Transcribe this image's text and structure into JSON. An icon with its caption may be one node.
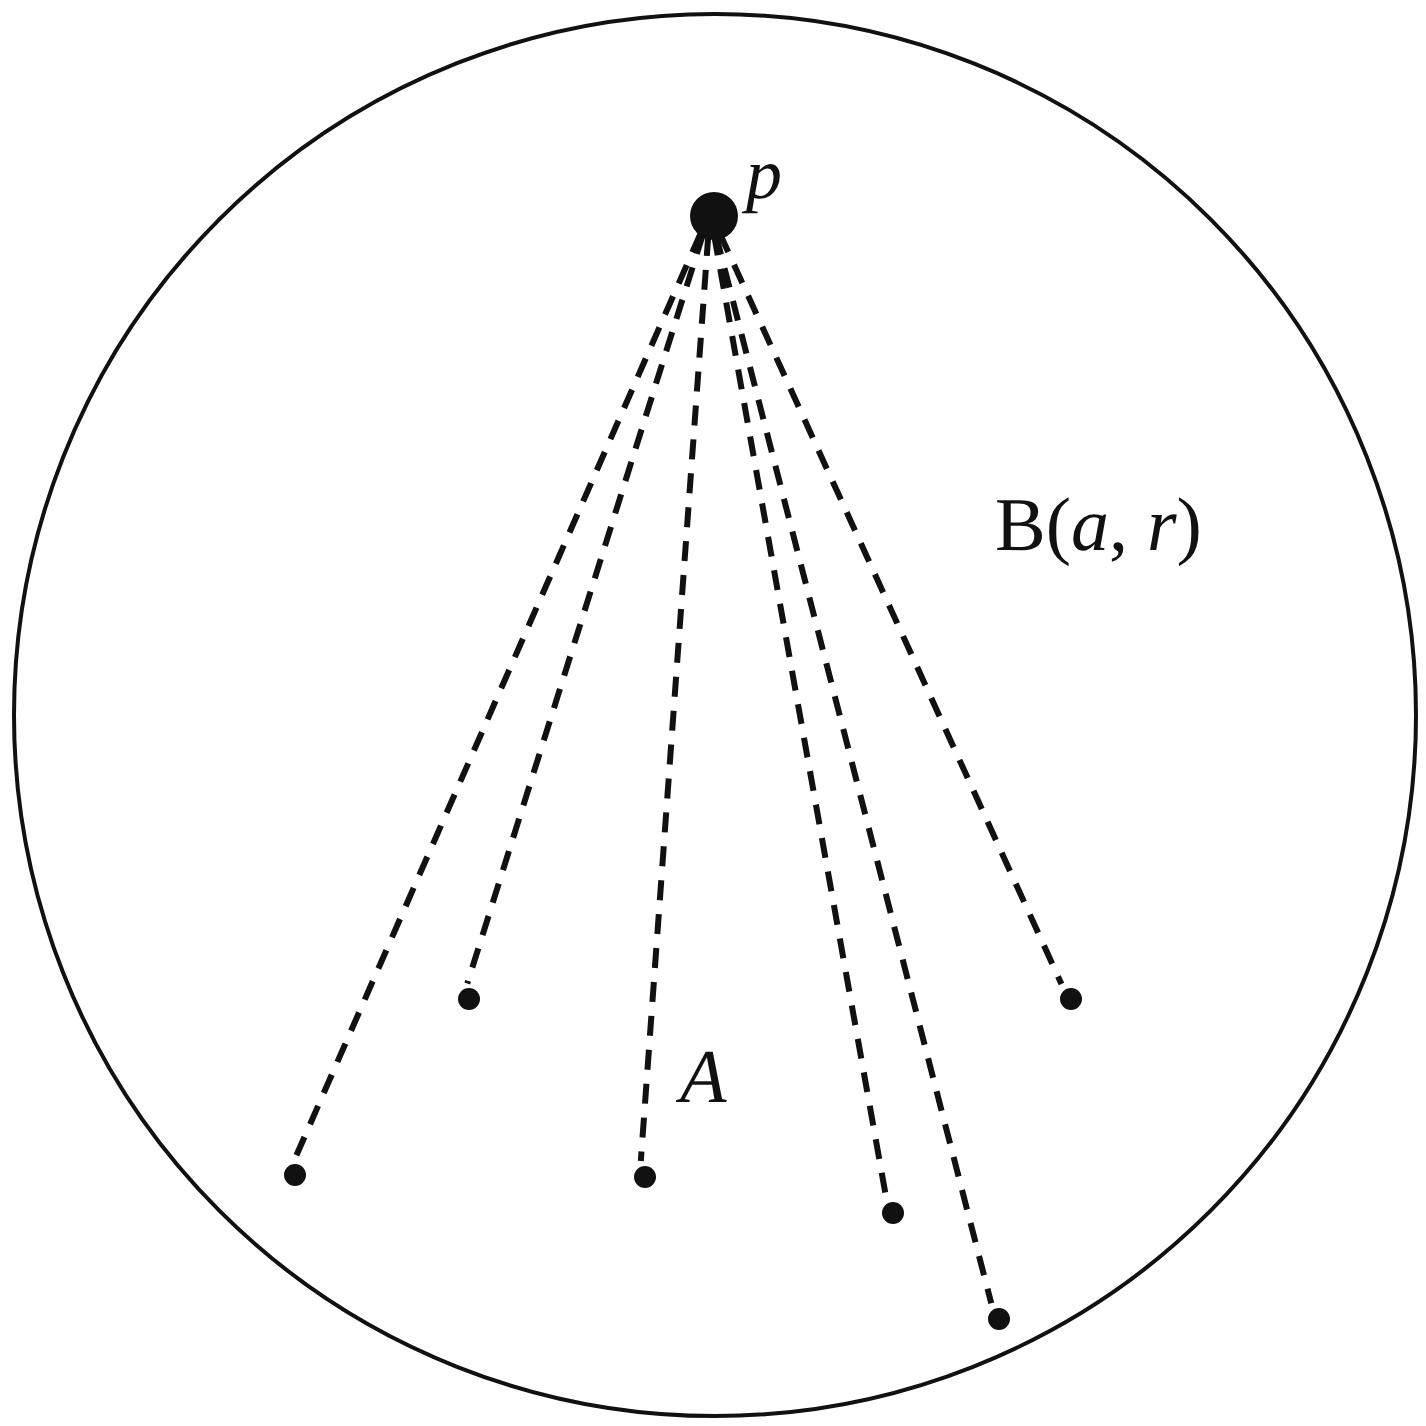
{
  "diagram": {
    "nodes": [
      {
        "text": [
          "B(*a*, *r*)"
        ]
      },
      {
        "text": [],
        "shape": "circle",
        "in": 0,
        "beside": [
          "p"
        ]
      },
      {
        "text": [],
        "shape": "circle",
        "in": 0
      },
      {
        "text": [],
        "shape": "circle",
        "in": 0
      },
      {
        "text": [],
        "shape": "circle",
        "in": 0
      },
      {
        "text": [],
        "shape": "circle",
        "in": 0
      },
      {
        "text": [],
        "shape": "circle",
        "in": 0
      },
      {
        "text": [],
        "shape": "circle",
        "in": 0
      }
    ],
    "edges": [
      {
        "from": 1,
        "to": 2,
        "arrow": "none",
        "style": "dashed"
      },
      {
        "from": 1,
        "to": 3,
        "arrow": "none",
        "style": "dashed"
      },
      {
        "from": 1,
        "to": 4,
        "arrow": "none",
        "style": "dashed"
      },
      {
        "from": 1,
        "to": 5,
        "arrow": "none",
        "style": "dashed"
      },
      {
        "from": 1,
        "to": 6,
        "arrow": "none",
        "style": "dashed"
      },
      {
        "from": 1,
        "to": 7,
        "arrow": "none",
        "style": "dashed"
      }
    ],
    "labels": [
      "A"
    ]
  }
}
